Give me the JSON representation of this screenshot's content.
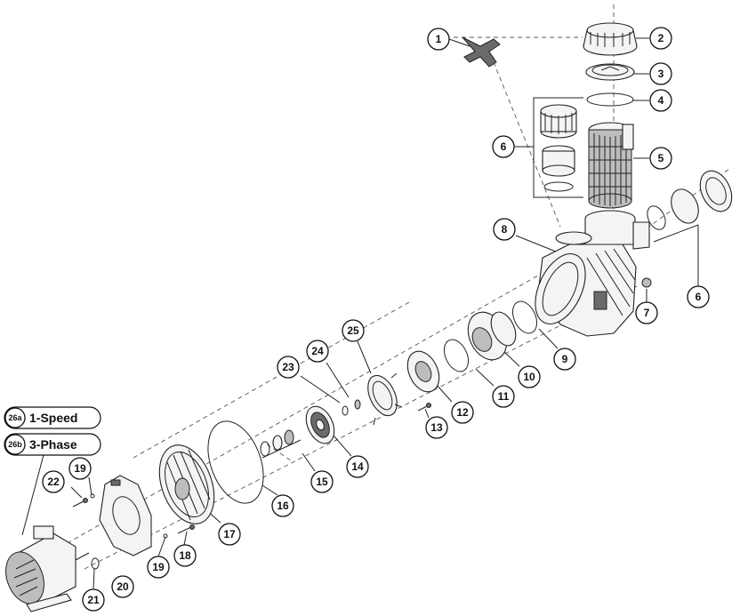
{
  "callouts": [
    "1",
    "2",
    "3",
    "4",
    "5",
    "6",
    "6",
    "7",
    "8",
    "9",
    "10",
    "11",
    "12",
    "13",
    "14",
    "15",
    "16",
    "17",
    "18",
    "19",
    "19",
    "20",
    "21",
    "22",
    "23",
    "24",
    "25"
  ],
  "motor_options": [
    {
      "code": "26a",
      "label": "1-Speed"
    },
    {
      "code": "26b",
      "label": "3-Phase"
    }
  ]
}
